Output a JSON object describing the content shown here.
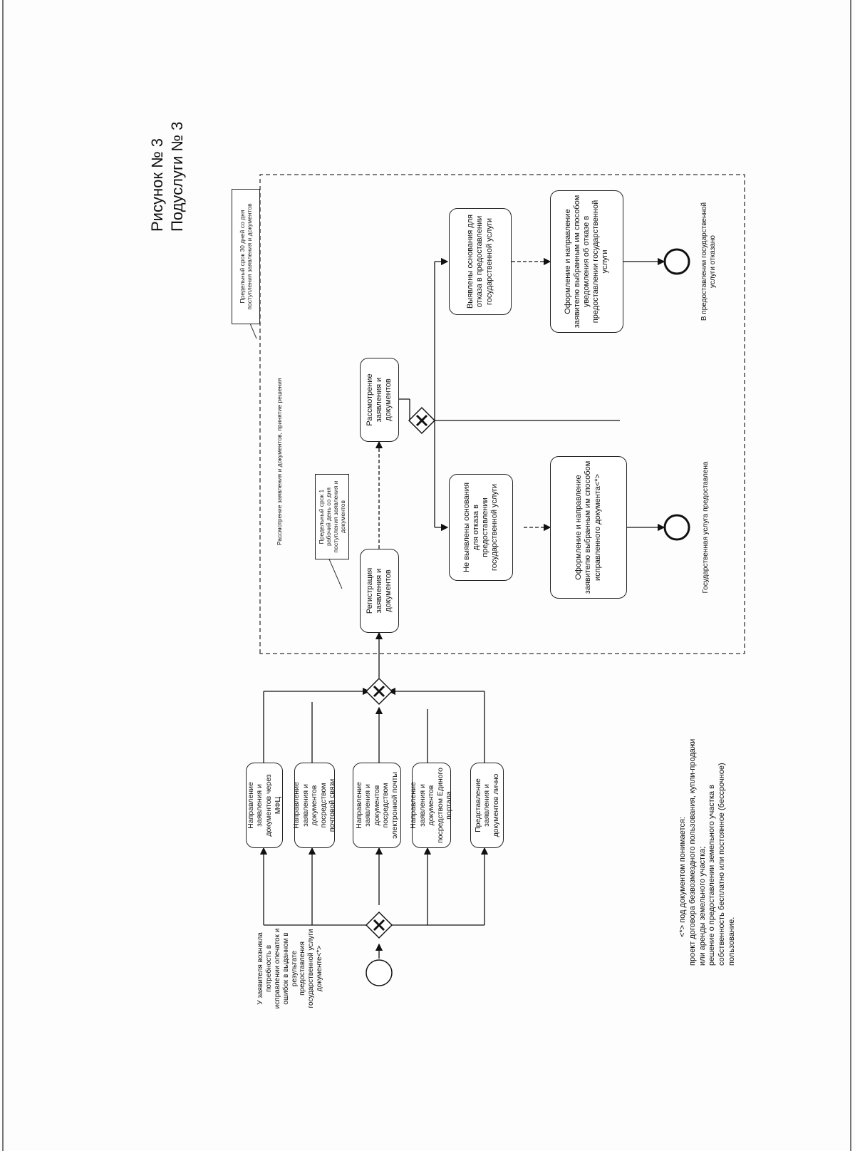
{
  "figure": {
    "title": "Рисунок № 3",
    "subtitle": "Подуслуги № 3"
  },
  "notes": {
    "deadline_30": "Предельный срок 30 дней со дня поступления заявления и документов",
    "review_caption": "Рассмотрение заявления и документов, принятие решения",
    "deadline_1": "Предельный срок 1 рабочий день со дня поступления заявления и документов"
  },
  "start_event": {
    "label": "У заявителя возникла потребность в исправлении опечаток и ошибок в выданном в результате предоставления государственной услуги документе<*>"
  },
  "submission_channels": [
    {
      "label": "Направление заявления и документов через МФЦ"
    },
    {
      "label": "Направление заявления и документов посредством почтовой связи"
    },
    {
      "label": "Направление заявления и документов посредством электронной почты"
    },
    {
      "label": "Направление заявления и документов посредством Единого портала"
    },
    {
      "label": "Представление заявления и документов лично"
    }
  ],
  "tasks": {
    "registration": "Регистрация заявления и документов",
    "review": "Рассмотрение заявления и документов",
    "no_grounds": "Не выявлены основания для отказа в предоставлении государственной услуги",
    "grounds_found": "Выявлены основания для отказа в предоставлении государственной услуги",
    "issue_corrected": "Оформление и направление заявителю выбранным им способом исправленного документа<*>",
    "issue_refusal": "Оформление и направление заявителю выбранным им способом уведомления об отказе в предоставлении государственной услуги"
  },
  "end_events": {
    "provided": "Государственная услуга предоставлена",
    "refused": "В предоставлении государственной услуги отказано"
  },
  "footnote": {
    "line1": "<*> под документом понимается:",
    "line2": "проект договора безвозмездного пользования, купли-продажи или аренды земельного участка;",
    "line3": "решение о предоставлении земельного участка в собственность бесплатно или постоянное (бессрочное) пользование."
  }
}
